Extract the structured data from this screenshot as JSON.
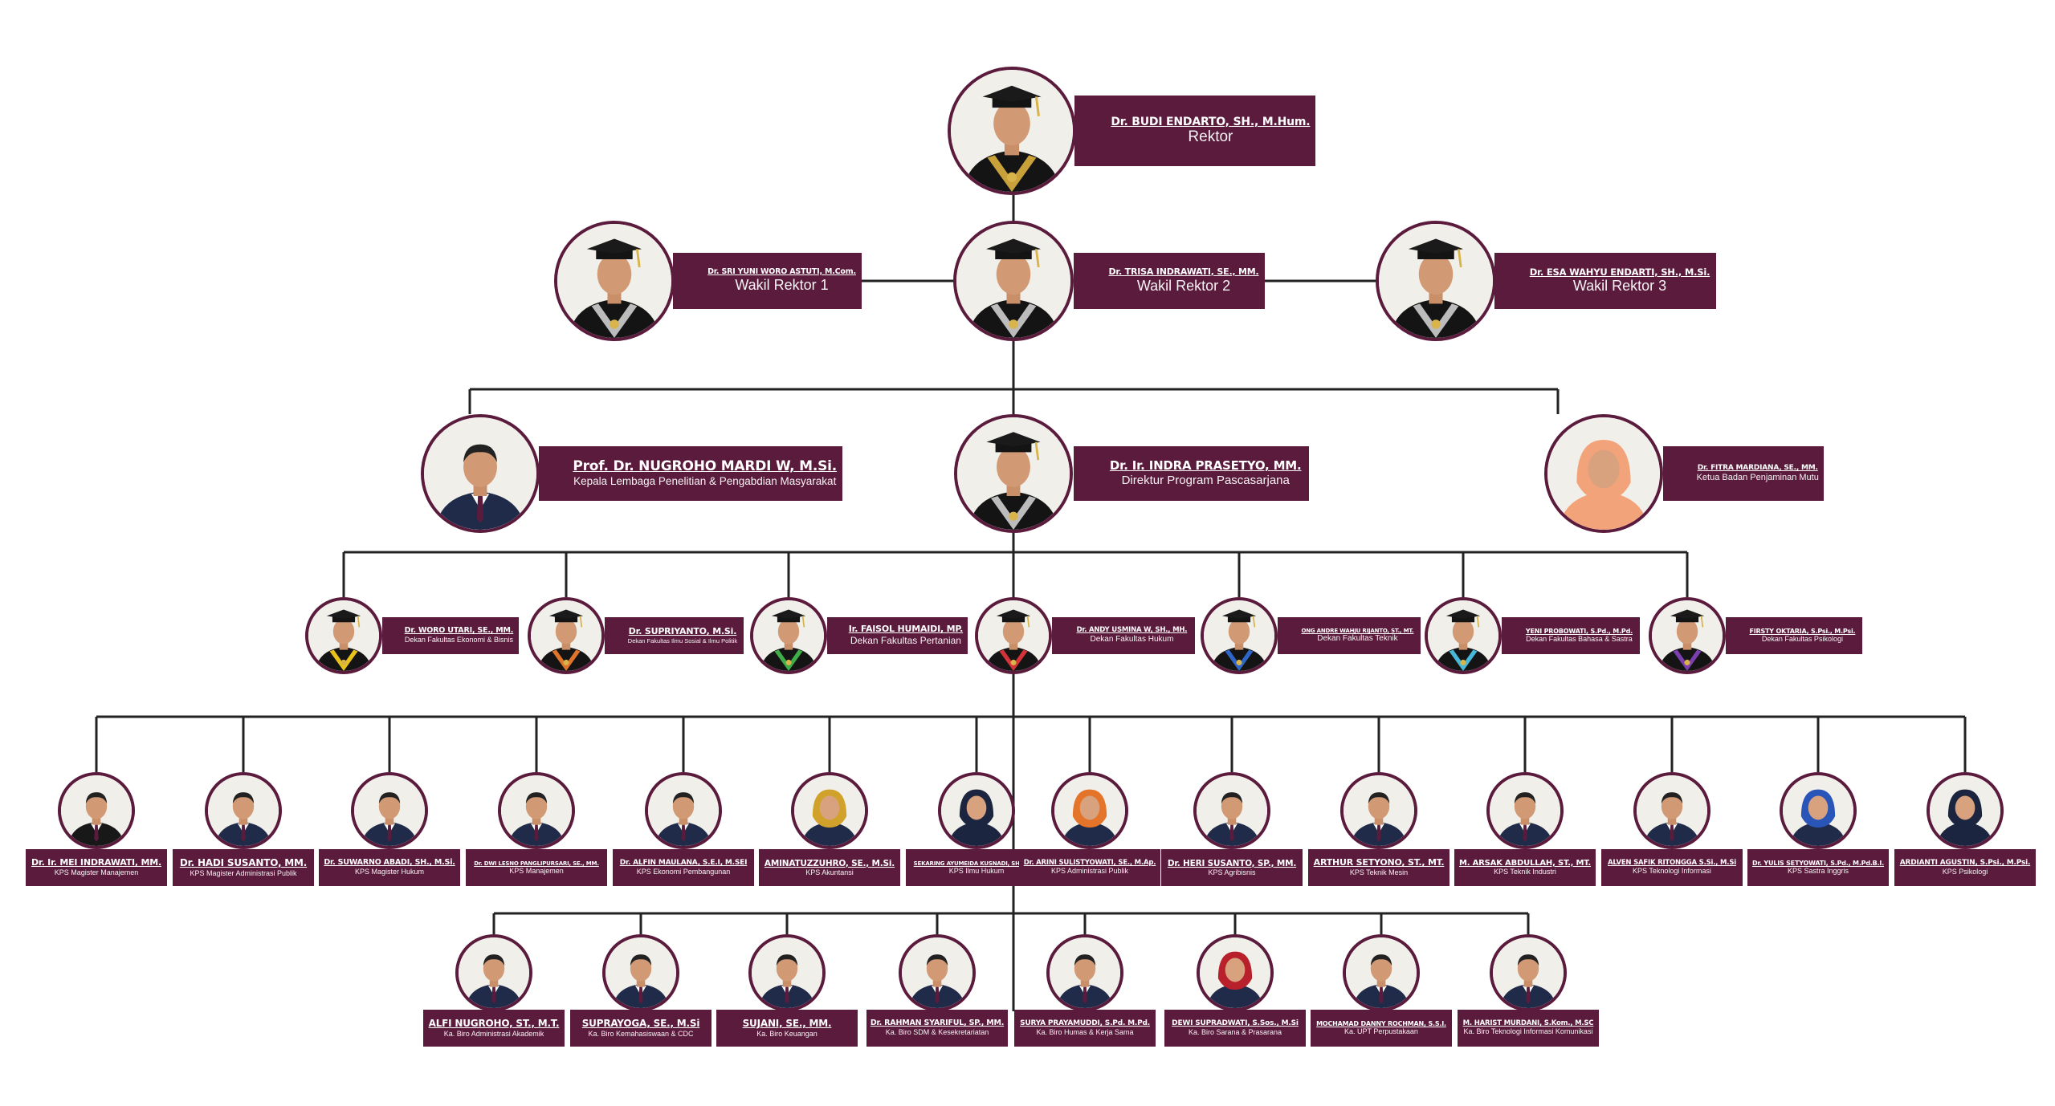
{
  "colors": {
    "accent": "#5b1b3c",
    "line": "#222222",
    "background": "#ffffff"
  },
  "nodes": [
    {
      "name": "Dr. BUDI ENDARTO, SH., M.Hum.",
      "role": "Rektor",
      "attire": "toga-gold",
      "gender": "m"
    },
    {
      "name": "Dr. SRI YUNI WORO ASTUTI, M.Com.",
      "role": "Wakil Rektor 1",
      "attire": "toga-silver",
      "gender": "f"
    },
    {
      "name": "Dr. TRISA INDRAWATI, SE., MM.",
      "role": "Wakil Rektor 2",
      "attire": "toga-silver",
      "gender": "f"
    },
    {
      "name": "Dr. ESA WAHYU ENDARTI, SH., M.Si.",
      "role": "Wakil Rektor 3",
      "attire": "toga-silver",
      "gender": "f"
    },
    {
      "name": "Prof. Dr. NUGROHO MARDI W, M.Si.",
      "role": "Kepala Lembaga Penelitian & Pengabdian Masyarakat",
      "attire": "suit-navy",
      "gender": "m"
    },
    {
      "name": "Dr. Ir. INDRA PRASETYO, MM.",
      "role": "Direktur Program Pascasarjana",
      "attire": "toga-silver",
      "gender": "m"
    },
    {
      "name": "Dr. FITRA MARDIANA, SE., MM.",
      "role": "Ketua Badan Penjaminan Mutu",
      "attire": "hijab-peach",
      "gender": "f"
    },
    {
      "name": "Dr. WORO UTARI, SE., MM.",
      "role": "Dekan Fakultas Ekonomi & Bisnis",
      "attire": "toga-yellow",
      "gender": "f"
    },
    {
      "name": "Dr. SUPRIYANTO, M.Si.",
      "role": "Dekan Fakultas Ilmu Sosial & Ilmu Politik",
      "attire": "toga-orange",
      "gender": "m"
    },
    {
      "name": "Ir. FAISOL HUMAIDI, MP.",
      "role": "Dekan Fakultas Pertanian",
      "attire": "toga-green",
      "gender": "m"
    },
    {
      "name": "Dr. ANDY USMINA W, SH., MH.",
      "role": "Dekan Fakultas Hukum",
      "attire": "toga-red",
      "gender": "m"
    },
    {
      "name": "ONG ANDRE WAHJU RIJANTO, ST., MT.",
      "role": "Dekan Fakultas Teknik",
      "attire": "toga-blue",
      "gender": "m"
    },
    {
      "name": "YENI PROBOWATI, S.Pd., M.Pd.",
      "role": "Dekan Fakultas Bahasa & Sastra",
      "attire": "toga-cyan",
      "gender": "f"
    },
    {
      "name": "FIRSTY OKTARIA, S.Psi., M.Psi.",
      "role": "Dekan Fakultas Psikologi",
      "attire": "toga-purple",
      "gender": "f"
    },
    {
      "name": "Dr. Ir. MEI INDRAWATI, MM.",
      "role": "KPS Magister Manajemen",
      "attire": "suit-dark",
      "gender": "f"
    },
    {
      "name": "Dr. HADI SUSANTO, MM.",
      "role": "KPS Magister Administrasi Publik",
      "attire": "suit-navy",
      "gender": "m"
    },
    {
      "name": "Dr. SUWARNO ABADI, SH., M.Si.",
      "role": "KPS Magister Hukum",
      "attire": "suit-navy",
      "gender": "m"
    },
    {
      "name": "Dr. DWI LESNO PANGLIPURSARI, SE., MM.",
      "role": "KPS Manajemen",
      "attire": "suit-navy",
      "gender": "f"
    },
    {
      "name": "Dr. ALFIN MAULANA, S.E.I, M.SEI",
      "role": "KPS Ekonomi Pembangunan",
      "attire": "suit-navy",
      "gender": "m"
    },
    {
      "name": "AMINATUZZUHRO, SE., M.Si.",
      "role": "KPS Akuntansi",
      "attire": "hijab-gold",
      "gender": "f"
    },
    {
      "name": "SEKARING AYUMEIDA KUSNADI, SH., M.H.",
      "role": "KPS Ilmu Hukum",
      "attire": "hijab-navy",
      "gender": "f"
    },
    {
      "name": "Dr. ARINI SULISTYOWATI, SE., M.Ap.",
      "role": "KPS Administrasi Publik",
      "attire": "hijab-orange",
      "gender": "f"
    },
    {
      "name": "Dr. HERI SUSANTO, SP., MM.",
      "role": "KPS Agribisnis",
      "attire": "suit-navy",
      "gender": "m"
    },
    {
      "name": "ARTHUR SETYONO, ST., MT.",
      "role": "KPS Teknik Mesin",
      "attire": "suit-navy",
      "gender": "m"
    },
    {
      "name": "M. ARSAK ABDULLAH, ST., MT.",
      "role": "KPS Teknik Industri",
      "attire": "suit-navy",
      "gender": "m"
    },
    {
      "name": "ALVEN SAFIK RITONGGA S.Si., M.Si",
      "role": "KPS Teknologi Informasi",
      "attire": "suit-navy",
      "gender": "m"
    },
    {
      "name": "Dr. YULIS SETYOWATI, S.Pd., M.Pd.B.I.",
      "role": "KPS Sastra Inggris",
      "attire": "hijab-blue",
      "gender": "f"
    },
    {
      "name": "ARDIANTI AGUSTIN, S.Psi., M.Psi.",
      "role": "KPS Psikologi",
      "attire": "hijab-navy",
      "gender": "f"
    },
    {
      "name": "ALFI NUGROHO, ST., M.T.",
      "role": "Ka. Biro Administrasi Akademik",
      "attire": "suit-navy",
      "gender": "m"
    },
    {
      "name": "SUPRAYOGA, SE., M.Si",
      "role": "Ka. Biro Kemahasiswaan & CDC",
      "attire": "suit-navy",
      "gender": "m"
    },
    {
      "name": "SUJANI, SE., MM.",
      "role": "Ka. Biro Keuangan",
      "attire": "suit-navy",
      "gender": "m"
    },
    {
      "name": "Dr. RAHMAN SYARIFUL, SP., MM.",
      "role": "Ka. Biro SDM & Kesekretariatan",
      "attire": "suit-navy",
      "gender": "m"
    },
    {
      "name": "SURYA PRAYAMUDDI, S.Pd. M.Pd.",
      "role": "Ka. Biro Humas & Kerja Sama",
      "attire": "suit-navy",
      "gender": "m"
    },
    {
      "name": "DEWI SUPRADWATI, S.Sos., M.Si",
      "role": "Ka. Biro Sarana & Prasarana",
      "attire": "hijab-red",
      "gender": "f"
    },
    {
      "name": "MOCHAMAD DANNY ROCHMAN, S.S.I.",
      "role": "Ka. UPT Perpustakaan",
      "attire": "suit-navy",
      "gender": "m"
    },
    {
      "name": "M. HARIST MURDANI, S.Kom., M.SC",
      "role": "Ka. Biro Teknologi Informasi Komunikasi",
      "attire": "suit-navy",
      "gender": "m"
    }
  ]
}
